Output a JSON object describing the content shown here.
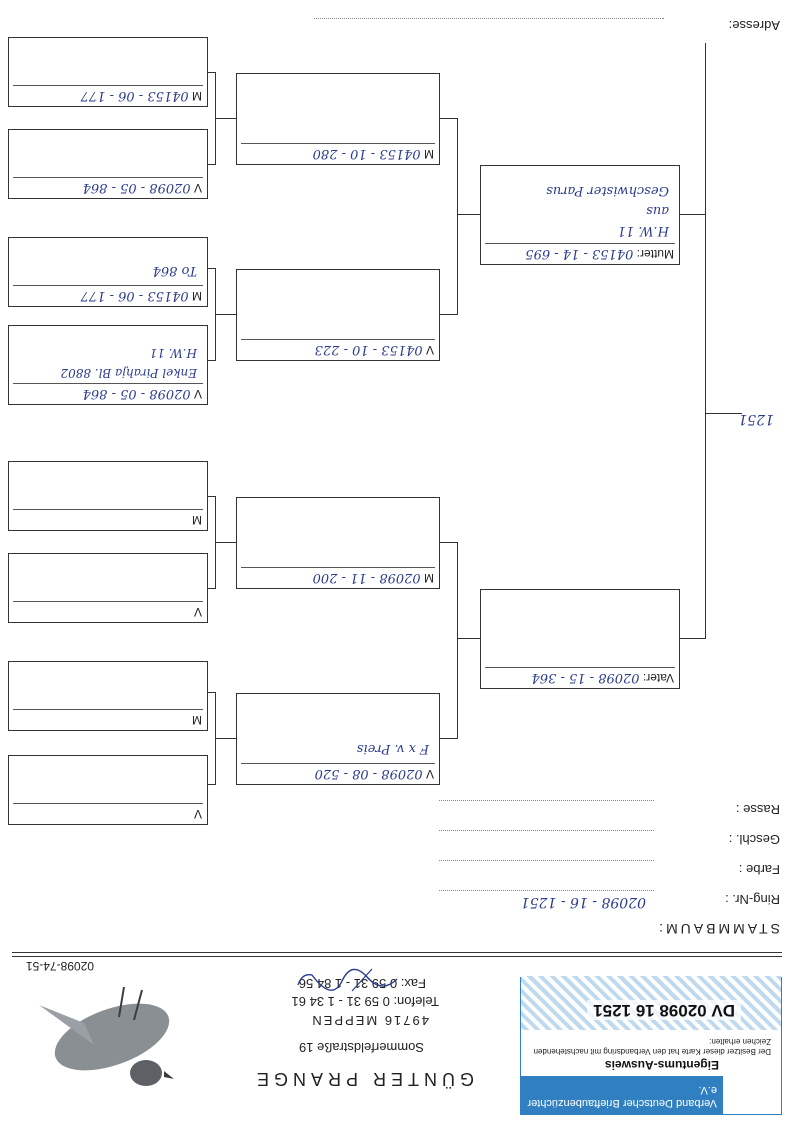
{
  "breeder": {
    "name": "GÜNTER PRANGE",
    "street": "Sommerfeldstraße 19",
    "city": "49716 MEPPEN",
    "phone": "Telefon: 0 59 31 - 1 34 61",
    "fax": "Fax: 0 59 31 - 1 84 56",
    "ring_code": "02098-74-51"
  },
  "card": {
    "org": "Verband Deutscher Brieftaubenzüchter e.V.",
    "title": "Eigentums-Ausweis",
    "note": "Der Besitzer dieser Karte hat den Verbandsring mit nachstehenden Zeichen erhalten:",
    "number": "DV 02098 16 1251",
    "accent": "#2f7fc1",
    "pattern": "#bfd9ef"
  },
  "form": {
    "title": "STAMMBAUM:",
    "ring_label": "Ring-Nr. :",
    "ring_value": "02098 - 16 - 1251",
    "colour_label": "Farbe :",
    "sex_label": "Geschl. :",
    "race_label": "Rasse :",
    "address_label": "Adresse:"
  },
  "pedigree": {
    "subject_note": "1251",
    "father": {
      "label": "Vater:",
      "ring": "02098 - 15 - 364"
    },
    "mother": {
      "label": "Mutter:",
      "ring": "04153 - 14 - 695",
      "notes": [
        "H.W. 11",
        "aus",
        "Geschwister Parus"
      ]
    },
    "ff": {
      "label": "V",
      "ring": "02098 - 08 - 520",
      "notes": [
        "F x v. Preis"
      ]
    },
    "fm": {
      "label": "M",
      "ring": "02098 - 11 - 200",
      "notes": []
    },
    "mf": {
      "label": "V",
      "ring": "04153 - 10 - 223",
      "notes": []
    },
    "mm": {
      "label": "M",
      "ring": "04153 - 10 - 280",
      "notes": []
    },
    "fff": {
      "label": "V",
      "ring": "",
      "notes": []
    },
    "ffm": {
      "label": "M",
      "ring": "",
      "notes": []
    },
    "fmf": {
      "label": "V",
      "ring": "",
      "notes": []
    },
    "fmm": {
      "label": "M",
      "ring": "",
      "notes": []
    },
    "mff": {
      "label": "V",
      "ring": "02098 - 05 - 864",
      "notes": [
        "Enkel Pirahja Bl. 8802",
        "H.W. 11"
      ]
    },
    "mfm": {
      "label": "M",
      "ring": "04153 - 06 - 177",
      "notes": [
        "To 864"
      ]
    },
    "mmf": {
      "label": "V",
      "ring": "02098 - 05 - 864",
      "notes": []
    },
    "mmm": {
      "label": "M",
      "ring": "04153 - 06 - 177",
      "notes": []
    }
  },
  "ink_color": "#2a3b8f"
}
